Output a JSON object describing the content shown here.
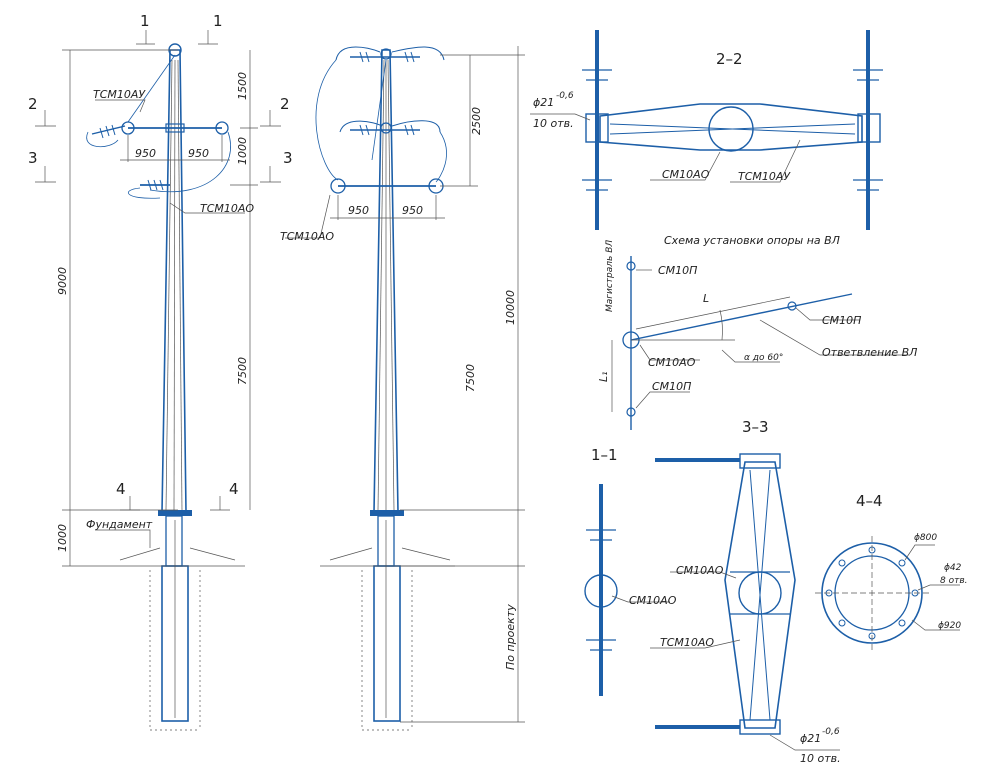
{
  "sections": {
    "s1_top": "1",
    "s1_top_r": "1",
    "s2_l": "2",
    "s2_r": "2",
    "s3_l": "3",
    "s3_r": "3",
    "s4_l": "4",
    "s4_r": "4",
    "view_22": "2–2",
    "view_33": "3–3",
    "view_11": "1–1",
    "view_44": "4–4"
  },
  "labels": {
    "tsm10au": "ТСМ10АУ",
    "tsm10ao": "ТСМ10АО",
    "tsm10ao_mid": "ТСМ10АО",
    "foundation": "Фундамент",
    "sm10ao_22": "СМ10АО",
    "tsm10au_22": "ТСМ10АУ",
    "scheme_title": "Схема установки опоры на ВЛ",
    "main_line": "Магистраль ВЛ",
    "sm10p_top": "СМ10П",
    "sm10p_right": "СМ10П",
    "sm10ao_scheme": "СМ10АО",
    "sm10p_bottom": "СМ10П",
    "branch": "Ответвление ВЛ",
    "angle": "α до 60°",
    "L": "L",
    "L1": "L₁",
    "sm10ao_33": "СМ10АО",
    "tsm10ao_33": "ТСМ10АО",
    "sm10ao_11": "СМ10АО",
    "hole_22": "ϕ21",
    "hole_22_tol": "-0,6",
    "holes_22_count": "10 отв.",
    "hole_33": "ϕ21",
    "hole_33_tol": "-0,6",
    "holes_33_count": "10 отв.",
    "d800": "ϕ800",
    "d42": "ϕ42",
    "d42_count": "8 отв.",
    "d920": "ϕ920",
    "by_project": "По проекту"
  },
  "dimensions": {
    "d1500": "1500",
    "d1000": "1000",
    "d9000": "9000",
    "d7500": "7500",
    "d1000b": "1000",
    "d950_l": "950",
    "d950_r": "950",
    "d2500": "2500",
    "d10000": "10000",
    "d7500b": "7500",
    "d950_l2": "950",
    "d950_r2": "950"
  },
  "colors": {
    "ink": "#1d5fa8",
    "line": "#555555",
    "text": "#222222"
  }
}
